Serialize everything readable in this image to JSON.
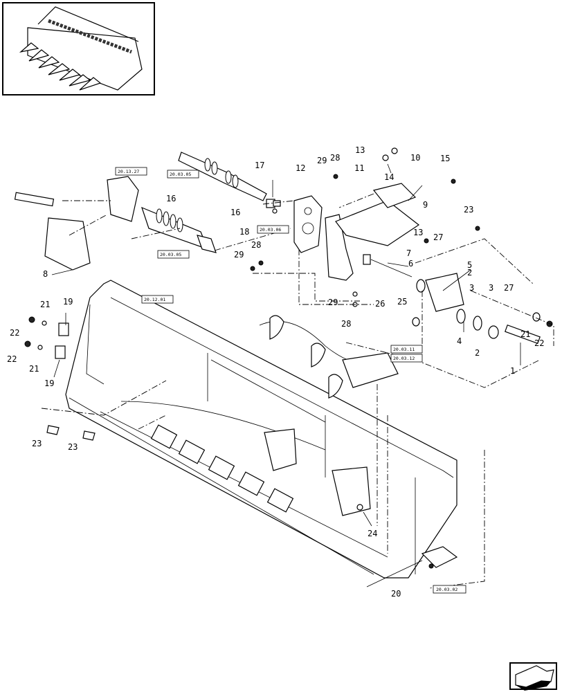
{
  "diagram": {
    "callouts": [
      "1",
      "2",
      "2",
      "3",
      "3",
      "4",
      "5",
      "6",
      "7",
      "8",
      "9",
      "10",
      "11",
      "12",
      "13",
      "13",
      "14",
      "15",
      "16",
      "16",
      "17",
      "18",
      "19",
      "19",
      "20",
      "21",
      "21",
      "21",
      "22",
      "22",
      "22",
      "23",
      "23",
      "23",
      "24",
      "25",
      "26",
      "27",
      "27",
      "28",
      "28",
      "28",
      "29",
      "29",
      "29"
    ],
    "refs": [
      "20.13.27",
      "20.03.05",
      "20.03.06",
      "20.03.05",
      "20.12.01",
      "20.03.11",
      "20.03.12",
      "20.03.02"
    ]
  }
}
